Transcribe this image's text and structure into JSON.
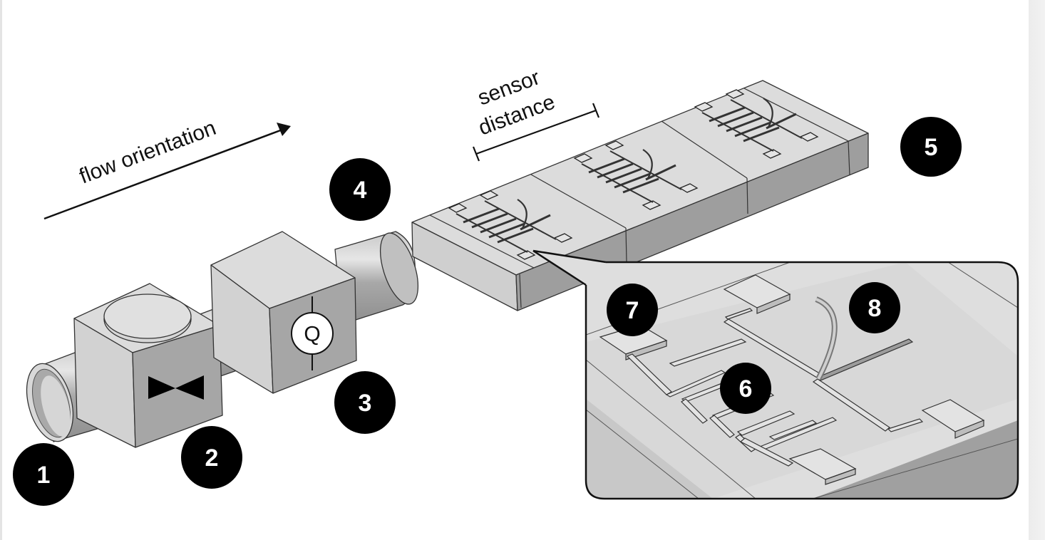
{
  "labels": {
    "flow_orientation": "flow orientation",
    "sensor_line1": "sensor",
    "sensor_line2": "distance",
    "flowmeter_symbol": "Q"
  },
  "callouts": [
    {
      "id": "1",
      "label": "1"
    },
    {
      "id": "2",
      "label": "2"
    },
    {
      "id": "3",
      "label": "3"
    },
    {
      "id": "4",
      "label": "4"
    },
    {
      "id": "5",
      "label": "5"
    },
    {
      "id": "6",
      "label": "6"
    },
    {
      "id": "7",
      "label": "7"
    },
    {
      "id": "8",
      "label": "8"
    }
  ],
  "icons": {
    "valve": "valve-bowtie-icon",
    "flowmeter": "flowmeter-q-icon"
  },
  "colors": {
    "light_face": "#dcdcdc",
    "mid_face": "#c4c4c4",
    "dark_face": "#9a9a9a",
    "callout_bg": "#000000",
    "callout_text": "#ffffff"
  }
}
